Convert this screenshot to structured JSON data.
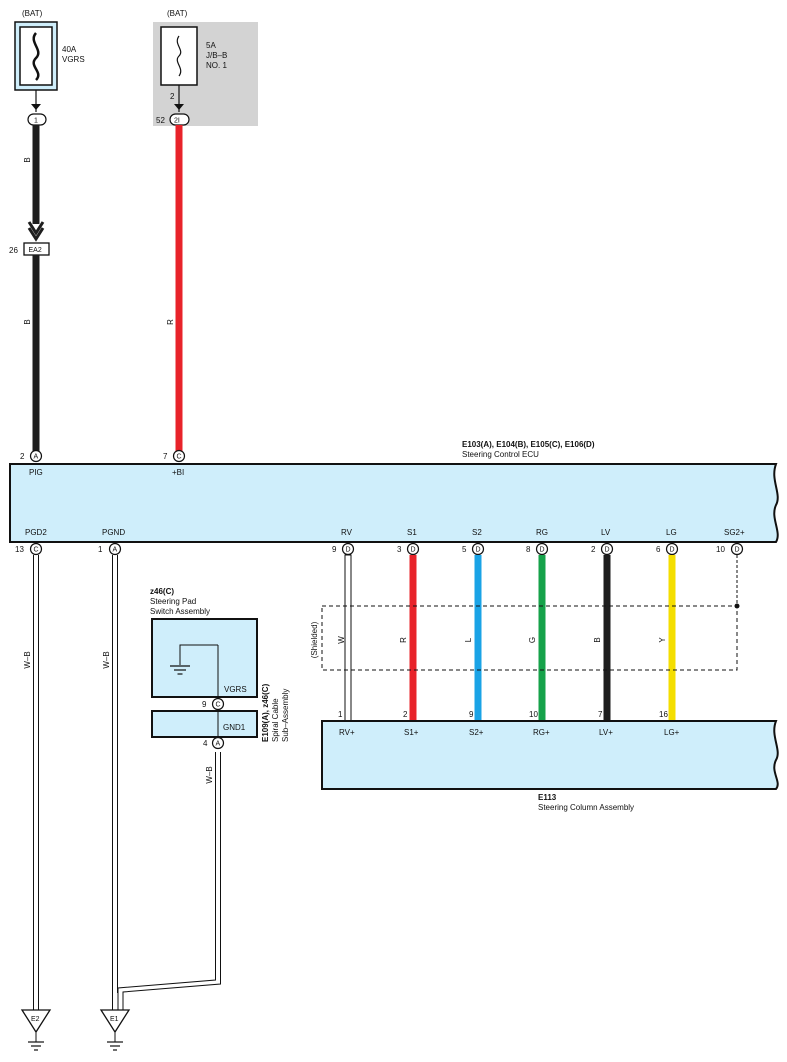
{
  "fuses": {
    "vgrs": {
      "source": "(BAT)",
      "rating": "40A",
      "name": "VGRS"
    },
    "jb": {
      "source": "(BAT)",
      "rating": "5A",
      "line2": "J/B–B",
      "line3": "NO. 1",
      "pin": "2"
    }
  },
  "connectors": {
    "c1": {
      "label": "1"
    },
    "c2i": {
      "label": "2I",
      "pin": "52"
    },
    "ea2": {
      "label": "EA2",
      "pin": "26"
    }
  },
  "wires": {
    "b_top": "B",
    "b_mid": "B",
    "r": "R",
    "wb1": "W–B",
    "wb2": "W–B",
    "wb3": "W–B"
  },
  "ecu": {
    "codes": "E103(A), E104(B), E105(C), E106(D)",
    "name": "Steering Control ECU",
    "top_pins": [
      {
        "num": "2",
        "conn": "A",
        "label": "PIG"
      },
      {
        "num": "7",
        "conn": "C",
        "label": "+BI"
      }
    ],
    "bottom_pins": [
      {
        "num": "13",
        "conn": "C",
        "label": "PGD2"
      },
      {
        "num": "1",
        "conn": "A",
        "label": "PGND"
      },
      {
        "num": "9",
        "conn": "D",
        "label": "RV"
      },
      {
        "num": "3",
        "conn": "D",
        "label": "S1"
      },
      {
        "num": "5",
        "conn": "D",
        "label": "S2"
      },
      {
        "num": "8",
        "conn": "D",
        "label": "RG"
      },
      {
        "num": "2",
        "conn": "D",
        "label": "LV"
      },
      {
        "num": "6",
        "conn": "D",
        "label": "LG"
      },
      {
        "num": "10",
        "conn": "D",
        "label": "SG2+"
      }
    ]
  },
  "signal_wires": [
    "W",
    "R",
    "L",
    "G",
    "B",
    "Y"
  ],
  "shielded": "(Shielded)",
  "steering_pad": {
    "code": "z46(C)",
    "line1": "Steering Pad",
    "line2": "Switch Assembly",
    "pin_label": "VGRS",
    "pin_num": "9",
    "pin_conn": "C"
  },
  "spiral": {
    "code": "E109(A), z46(C)",
    "line1": "Spiral Cable",
    "line2": "Sub–Assembly",
    "pin_label": "GND1",
    "pin_num": "4",
    "pin_conn": "A"
  },
  "column": {
    "code": "E113",
    "name": "Steering Column Assembly",
    "pins": [
      {
        "num": "1",
        "label": "RV+"
      },
      {
        "num": "2",
        "label": "S1+"
      },
      {
        "num": "9",
        "label": "S2+"
      },
      {
        "num": "10",
        "label": "RG+"
      },
      {
        "num": "7",
        "label": "LV+"
      },
      {
        "num": "16",
        "label": "LG+"
      }
    ]
  },
  "grounds": {
    "e2": "E2",
    "e1": "E1"
  },
  "colors": {
    "box_fill": "#cfeefb",
    "red": "#e8232a",
    "blue": "#1aa3e6",
    "green": "#16a24a",
    "yellow": "#f4de00",
    "black": "#1e1e1e",
    "gray_panel": "#d3d3d3"
  }
}
